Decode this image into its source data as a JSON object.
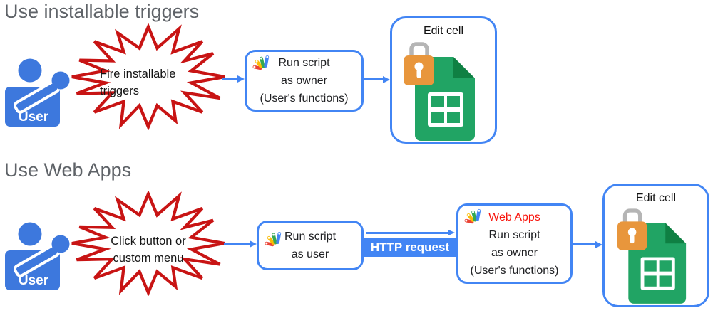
{
  "colors": {
    "google_blue": "#4285f4",
    "user_blue": "#3d78dd",
    "burst_red": "#c81414",
    "webapps_red": "#f8150d",
    "heading_gray": "#5f6368",
    "text_black": "#202124",
    "sheet_green": "#21a464",
    "sheet_fold_green": "#0f8043",
    "lock_orange": "#e8963c",
    "shackle_gray": "#b5b5b5"
  },
  "icons": {
    "user": "user-person-icon",
    "apps_script": "apps-script-logo-icon",
    "spreadsheet": "google-sheets-icon",
    "lock": "padlock-icon",
    "burst": "starburst-event-shape"
  },
  "flow1": {
    "heading": "Use installable triggers",
    "user_label": "User",
    "burst_line1": "Fire installable",
    "burst_line2": "triggers",
    "box_line1": "Run script",
    "box_line2": "as owner",
    "box_line3": "(User's functions)",
    "edit_cell_title": "Edit cell"
  },
  "flow2": {
    "heading": "Use Web Apps",
    "user_label": "User",
    "burst_line1": "Click button or",
    "burst_line2": "custom menu",
    "box_line1": "Run script",
    "box_line2": "as user",
    "http_label": "HTTP request",
    "webapps_title": "Web Apps",
    "webapps_line1": "Run script",
    "webapps_line2": "as owner",
    "webapps_line3": "(User's functions)",
    "edit_cell_title": "Edit cell"
  }
}
